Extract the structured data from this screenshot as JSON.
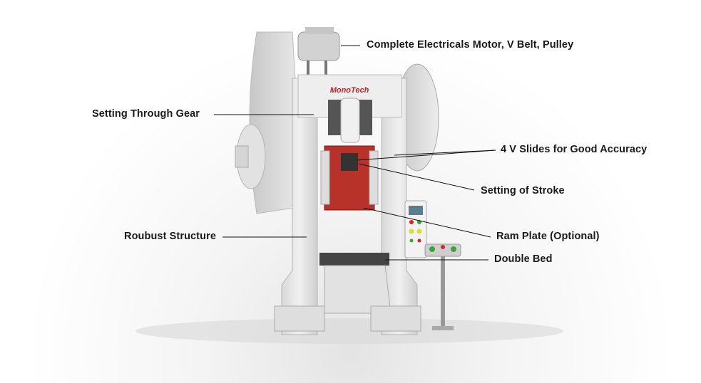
{
  "brand": {
    "logo_text": "MonoTech",
    "logo_color": "#d0202a"
  },
  "labels": {
    "motor": "Complete Electricals Motor, V Belt, Pulley",
    "gear": "Setting Through Gear",
    "slides": "4 V Slides for Good Accuracy",
    "stroke": "Setting of Stroke",
    "structure": "Roubust Structure",
    "ram_plate": "Ram Plate (Optional)",
    "bed": "Double Bed"
  },
  "colors": {
    "body": "#e6e6e6",
    "ram": "#b8322a",
    "line": "#111111"
  }
}
